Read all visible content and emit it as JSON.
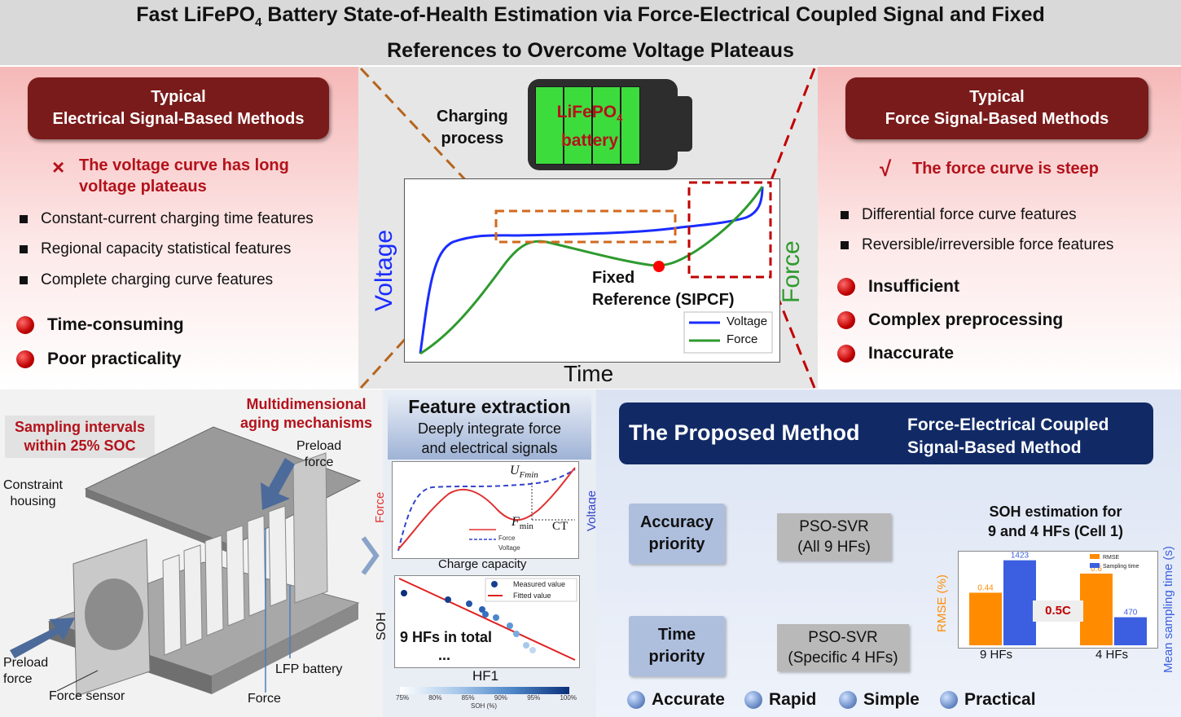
{
  "title": {
    "line1_a": "Fast LiFePO",
    "line1_sub": "4",
    "line1_b": " Battery State-of-Health Estimation via Force-Electrical Coupled Signal and Fixed",
    "line2": "References to Overcome Voltage Plateaus"
  },
  "left_panel": {
    "header_line1": "Typical",
    "header_line2": "Electrical Signal-Based Methods",
    "cross_mark": "×",
    "problem_line1": "The voltage curve has long",
    "problem_line2": "voltage plateaus",
    "features": [
      "Constant-current charging time features",
      "Regional capacity statistical features",
      "Complete charging curve features"
    ],
    "drawbacks": [
      "Time-consuming",
      "Poor practicality"
    ]
  },
  "right_panel": {
    "header_line1": "Typical",
    "header_line2": "Force Signal-Based Methods",
    "check_mark": "√",
    "advantage": "The force curve is steep",
    "features": [
      "Differential force curve features",
      "Reversible/irreversible force features"
    ],
    "drawbacks": [
      "Insufficient",
      "Complex preprocessing",
      "Inaccurate"
    ]
  },
  "center_panel": {
    "charging_line1": "Charging",
    "charging_line2": "process",
    "battery_label_a": "LiFePO",
    "battery_label_sub": "4",
    "battery_label_b": "battery",
    "y_left": "Voltage",
    "y_right": "Force",
    "x_label": "Time",
    "fixed_ref_line1": "Fixed",
    "fixed_ref_line2": "Reference (SIPCF)",
    "legend": [
      "Voltage",
      "Force"
    ],
    "colors": {
      "voltage": "#1a2cff",
      "force": "#2e9a2e",
      "battery_cell": "#3ddc3d"
    }
  },
  "bottom_left": {
    "sampling_line1": "Sampling intervals",
    "sampling_line2": "within 25% SOC",
    "multi_line1": "Multidimensional",
    "multi_line2": "aging mechanisms",
    "labels": {
      "preload_top_1": "Preload",
      "preload_top_2": "force",
      "constraint_1": "Constraint",
      "constraint_2": "housing",
      "preload_bottom_1": "Preload",
      "preload_bottom_2": "force",
      "force_sensor": "Force sensor",
      "force": "Force",
      "lfp_battery": "LFP battery"
    }
  },
  "bottom_mid": {
    "feature_title": "Feature extraction",
    "feature_sub1": "Deeply integrate force",
    "feature_sub2": "and electrical signals",
    "plot1": {
      "y_left": "Force",
      "y_right": "Voltage",
      "x_label": "Charge capacity",
      "u_label": "U",
      "u_sub": "Fmin",
      "f_label": "F",
      "f_sub": "min",
      "ct_label": "CT",
      "legend": [
        "Force",
        "Voltage"
      ]
    },
    "plot2": {
      "y_label": "SOH",
      "x_label": "HF1",
      "big_label": "9 HFs in total",
      "dots": "...",
      "legend": [
        "Measured value",
        "Fitted value"
      ],
      "colorbar_ticks": [
        "75%",
        "80%",
        "85%",
        "90%",
        "95%",
        "100%"
      ],
      "colorbar_title": "SOH (%)"
    }
  },
  "bottom_right": {
    "proposed": "The Proposed Method",
    "coupled_line1": "Force-Electrical Coupled",
    "coupled_line2": "Signal-Based Method",
    "accuracy_line1": "Accuracy",
    "accuracy_line2": "priority",
    "time_line1": "Time",
    "time_line2": "priority",
    "svr1_line1": "PSO-SVR",
    "svr1_line2": "(All 9 HFs)",
    "svr2_line1": "PSO-SVR",
    "svr2_line2": "(Specific 4 HFs)",
    "soh_title_line1": "SOH estimation for",
    "soh_title_line2": "9 and 4 HFs (Cell 1)",
    "benefits": [
      "Accurate",
      "Rapid",
      "Simple",
      "Practical"
    ]
  },
  "chart_data": {
    "type": "bar",
    "categories": [
      "9 HFs",
      "4 HFs"
    ],
    "series": [
      {
        "name": "RMSE",
        "values": [
          0.44,
          0.6
        ],
        "color": "#ff8c00"
      },
      {
        "name": "Sampling time",
        "values": [
          1423,
          470
        ],
        "color": "#3b5fe0"
      }
    ],
    "ylabel": "RMSE (%)",
    "ylabel_right": "Mean sampling time (s)",
    "annotation": "0.5C"
  }
}
